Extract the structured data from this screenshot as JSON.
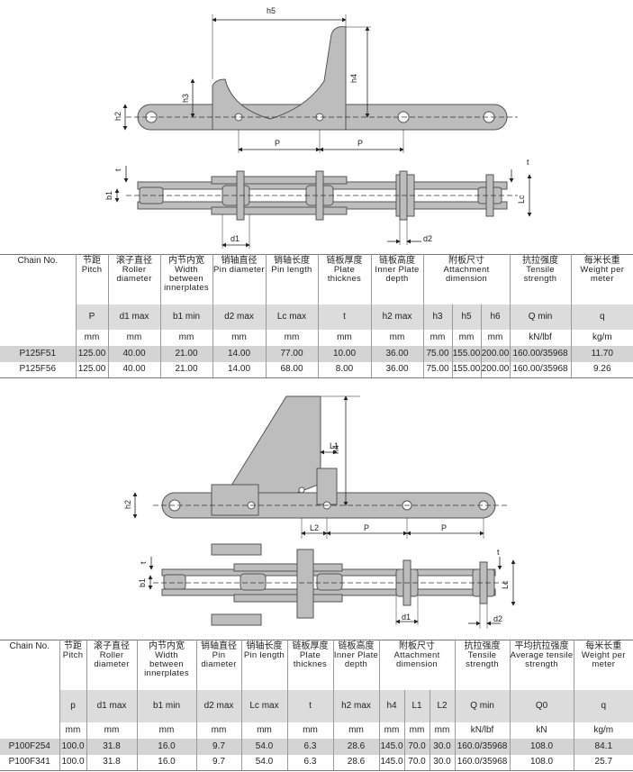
{
  "table1": {
    "header_label": "Chain No.",
    "columns": [
      {
        "cn": "节距",
        "en": "Pitch",
        "sym": "P",
        "unit": "mm"
      },
      {
        "cn": "滚子直径",
        "en": "Roller diameter",
        "sym": "d1 max",
        "unit": "mm"
      },
      {
        "cn": "内节内宽",
        "en": "Width between innerplates",
        "sym": "b1 min",
        "unit": "mm"
      },
      {
        "cn": "销轴直径",
        "en": "Pin diameter",
        "sym": "d2 max",
        "unit": "mm"
      },
      {
        "cn": "销轴长度",
        "en": "Pin length",
        "sym": "Lc max",
        "unit": "mm"
      },
      {
        "cn": "链板厚度",
        "en": "Plate thicknes",
        "sym": "t",
        "unit": "mm"
      },
      {
        "cn": "链板高度",
        "en": "Inner Plate depth",
        "sym": "h2 max",
        "unit": "mm"
      }
    ],
    "group": {
      "cn": "附板尺寸",
      "en": "Attachment dimension",
      "subs": [
        {
          "sym": "h3",
          "unit": "mm"
        },
        {
          "sym": "h5",
          "unit": "mm"
        },
        {
          "sym": "h6",
          "unit": "mm"
        }
      ]
    },
    "tail_columns": [
      {
        "cn": "抗拉强度",
        "en": "Tensile strength",
        "sym": "Q min",
        "unit": "kN/lbf"
      },
      {
        "cn": "每米长重",
        "en": "Weight per meter",
        "sym": "q",
        "unit": "kg/m"
      }
    ],
    "rows": [
      [
        "P125F51",
        "125.00",
        "40.00",
        "21.00",
        "14.00",
        "77.00",
        "10.00",
        "36.00",
        "75.00",
        "155.00",
        "200.00",
        "160.00/35968",
        "11.70"
      ],
      [
        "P125F56",
        "125.00",
        "40.00",
        "21.00",
        "14.00",
        "68.00",
        "8.00",
        "36.00",
        "75.00",
        "155.00",
        "200.00",
        "160.00/35968",
        "9.26"
      ]
    ]
  },
  "table2": {
    "header_label": "Chain No.",
    "columns": [
      {
        "cn": "节距",
        "en": "Pitch",
        "sym": "p",
        "unit": "mm"
      },
      {
        "cn": "滚子直径",
        "en": "Roller diameter",
        "sym": "d1 max",
        "unit": "mm"
      },
      {
        "cn": "内节内宽",
        "en": "Width between innerplates",
        "sym": "b1 min",
        "unit": "mm"
      },
      {
        "cn": "销轴直径",
        "en": "Pin diameter",
        "sym": "d2 max",
        "unit": "mm"
      },
      {
        "cn": "销轴长度",
        "en": "Pin length",
        "sym": "Lc max",
        "unit": "mm"
      },
      {
        "cn": "链板厚度",
        "en": "Plate thicknes",
        "sym": "t",
        "unit": "mm"
      },
      {
        "cn": "链板高度",
        "en": "Inner Plate depth",
        "sym": "h2 max",
        "unit": "mm"
      }
    ],
    "group": {
      "cn": "附板尺寸",
      "en": "Attachment dimension",
      "subs": [
        {
          "sym": "h4",
          "unit": "mm"
        },
        {
          "sym": "L1",
          "unit": "mm"
        },
        {
          "sym": "L2",
          "unit": "mm"
        }
      ]
    },
    "tail_columns": [
      {
        "cn": "抗拉强度",
        "en": "Tensile strength",
        "sym": "Q min",
        "unit": "kN/lbf"
      },
      {
        "cn": "平均抗拉强度",
        "en": "Average tensile strength",
        "sym": "Q0",
        "unit": "kN"
      },
      {
        "cn": "每米长重",
        "en": "Weight per meter",
        "sym": "q",
        "unit": "kg/m"
      }
    ],
    "rows": [
      [
        "P100F254",
        "100.0",
        "31.8",
        "16.0",
        "9.7",
        "54.0",
        "6.3",
        "28.6",
        "145.0",
        "70.0",
        "30.0",
        "160.0/35968",
        "108.0",
        "84.1"
      ],
      [
        "P100F341",
        "100.0",
        "31.8",
        "16.0",
        "9.7",
        "54.0",
        "6.3",
        "28.6",
        "145.0",
        "70.0",
        "30.0",
        "160.0/35968",
        "108.0",
        "25.7"
      ]
    ]
  },
  "drawing_labels": {
    "d1": {
      "h5": "h5",
      "h4": "h4",
      "h3": "h3",
      "h2": "h2",
      "P": "P",
      "t": "t",
      "b1": "b1",
      "Lc": "Lc",
      "d1": "d1",
      "d2": "d2"
    },
    "d2": {
      "h4": "h4",
      "L1": "L1",
      "L2": "L2",
      "h2": "h2",
      "P": "P",
      "t": "t",
      "b1": "b1",
      "Lc": "Lc",
      "d1": "d1",
      "d2": "d2"
    }
  },
  "colors": {
    "part_fill": "#bdbdbd",
    "part_stroke": "#555555",
    "header_fill": "#dcdcdc",
    "row_fill": "#d4d4d4"
  }
}
